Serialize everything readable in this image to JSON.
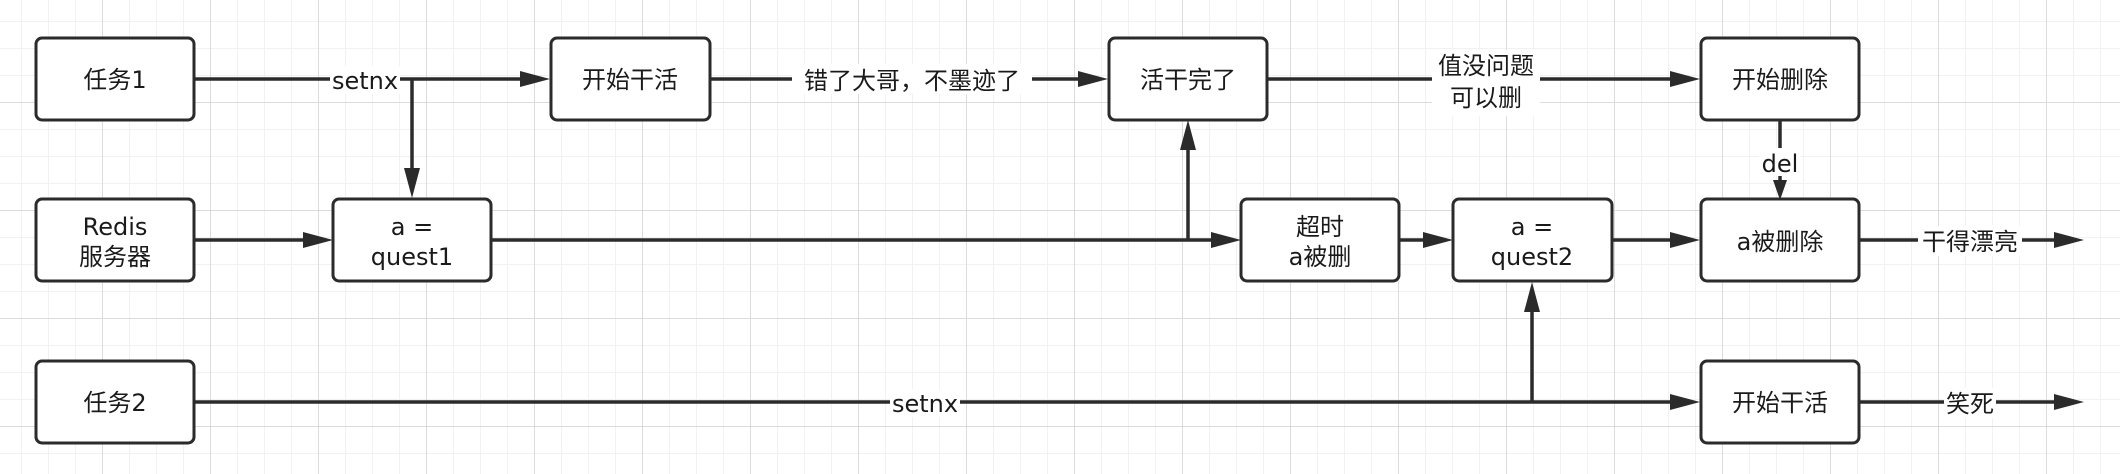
{
  "nodes": {
    "task1": {
      "lines": [
        "任务1"
      ]
    },
    "redis": {
      "lines": [
        "Redis",
        "服务器"
      ]
    },
    "task2": {
      "lines": [
        "任务2"
      ]
    },
    "a_quest1": {
      "lines": [
        "a =",
        "quest1"
      ]
    },
    "start_work1": {
      "lines": [
        "开始干活"
      ]
    },
    "work_done": {
      "lines": [
        "活干完了"
      ]
    },
    "timeout": {
      "lines": [
        "超时",
        "a被删"
      ]
    },
    "a_quest2": {
      "lines": [
        "a =",
        "quest2"
      ]
    },
    "start_del": {
      "lines": [
        "开始删除"
      ]
    },
    "a_deleted": {
      "lines": [
        "a被删除"
      ]
    },
    "start_work2": {
      "lines": [
        "开始干活"
      ]
    }
  },
  "edge_labels": {
    "setnx_1": {
      "lines": [
        "setnx"
      ]
    },
    "mistake": {
      "lines": [
        "错了大哥，不墨迹了"
      ]
    },
    "no_issue": {
      "lines": [
        "值没问题",
        "可以删"
      ]
    },
    "del": {
      "lines": [
        "del"
      ]
    },
    "setnx_2": {
      "lines": [
        "setnx"
      ]
    },
    "beautiful": {
      "lines": [
        "干得漂亮"
      ]
    },
    "lol": {
      "lines": [
        "笑死"
      ]
    }
  },
  "colors": {
    "stroke": "#2b2b2b",
    "text": "#1a1a1a",
    "fill": "#ffffff"
  }
}
